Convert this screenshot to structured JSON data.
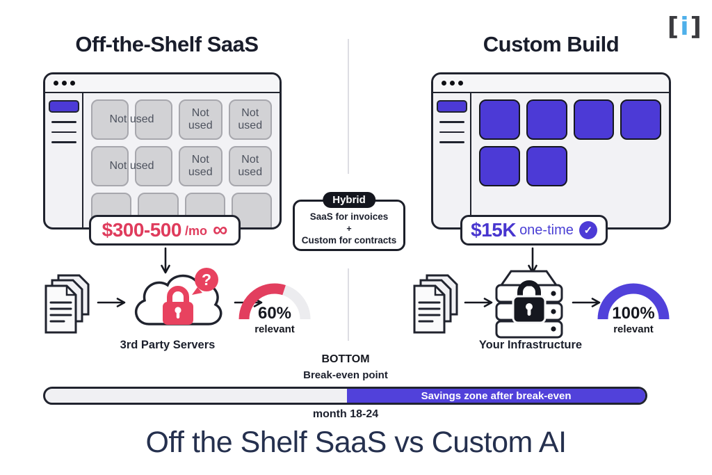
{
  "logo": {
    "open": "[",
    "i": "i",
    "close": "]"
  },
  "columns": {
    "left": {
      "title": "Off-the-Shelf SaaS",
      "window": {
        "unused_label": "Not used"
      },
      "price": {
        "amount": "$300-500",
        "unit": "/mo"
      },
      "flow": {
        "server_label": "3rd Party Servers",
        "gauge_value": "60%",
        "gauge_caption": "relevant",
        "gauge_percent": 60
      },
      "accent": "#e23e5e"
    },
    "right": {
      "title": "Custom Build",
      "price": {
        "amount": "$15K",
        "unit": "one-time"
      },
      "flow": {
        "server_label": "Your Infrastructure",
        "gauge_value": "100%",
        "gauge_caption": "relevant",
        "gauge_percent": 100
      },
      "accent": "#4c3ad6"
    }
  },
  "hybrid": {
    "badge": "Hybrid",
    "line1": "SaaS for invoices",
    "line2": "+",
    "line3": "Custom for contracts"
  },
  "bottom": {
    "heading": "BOTTOM",
    "subheading": "Break-even point",
    "bar_label": "Savings zone after break-even",
    "break_even_position_percent": 50.3,
    "month_label": "month 18-24"
  },
  "footer": {
    "title": "Off the Shelf SaaS vs Custom AI"
  },
  "icons": {
    "infinity": "∞",
    "check": "✓",
    "question": "?"
  },
  "colors": {
    "saas_accent": "#e23e5e",
    "custom_accent": "#4c3ad6",
    "ink": "#20232e",
    "title_navy": "#25304e"
  }
}
